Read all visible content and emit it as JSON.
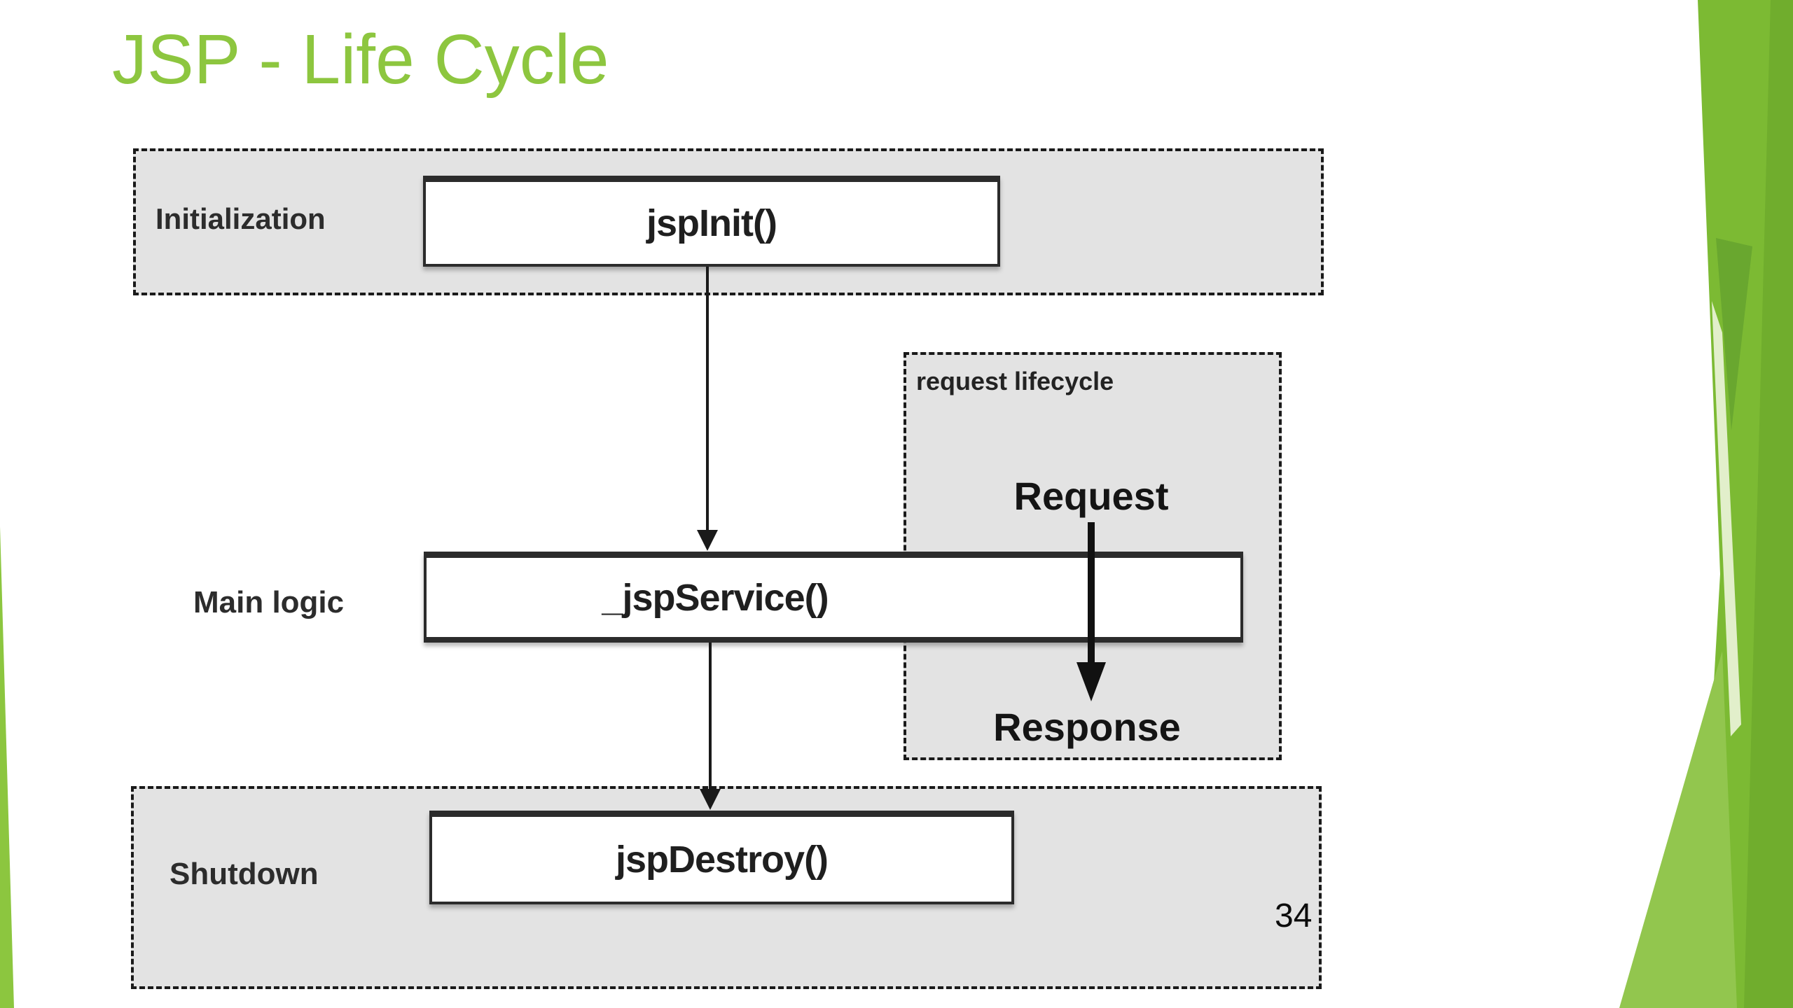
{
  "slide": {
    "title": "JSP - Life Cycle",
    "page_number": "34"
  },
  "diagram": {
    "init": {
      "label": "Initialization",
      "method": "jspInit()"
    },
    "main": {
      "label": "Main logic",
      "method": "_jspService()"
    },
    "shutdown": {
      "label": "Shutdown",
      "method": "jspDestroy()"
    },
    "request_lifecycle": {
      "label": "request lifecycle",
      "request_label": "Request",
      "response_label": "Response"
    }
  },
  "colors": {
    "title_green": "#8dc63f",
    "facet_main": "#7cba33",
    "facet_dark_strip": "#70ad2d",
    "facet_darker_wedge": "#69a72f",
    "facet_light_wedge": "#92c64e",
    "facet_pale_sliver": "#e2efcb",
    "edge_sliver_green": "#8cc63f",
    "group_fill_gray": "#e3e3e3",
    "line_dark": "#1a1a1a"
  }
}
